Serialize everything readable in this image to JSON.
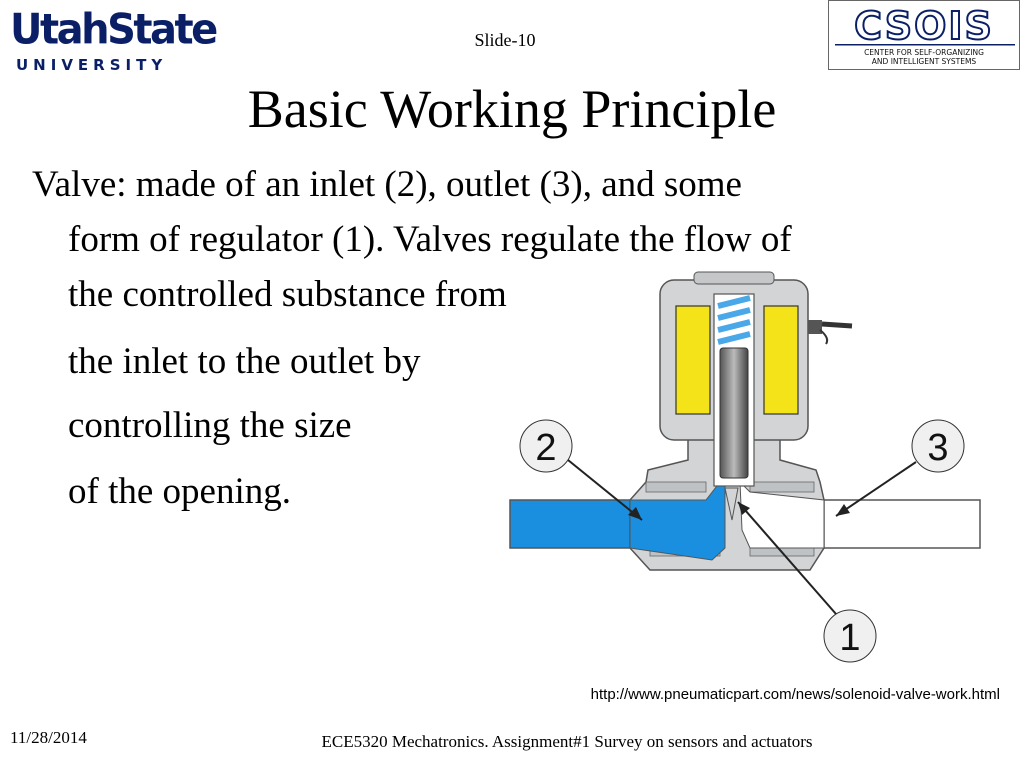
{
  "header": {
    "logo_line1": "UtahState",
    "logo_line2": "UNIVERSITY",
    "slide_number": "Slide-10",
    "csois_name": "CSOIS",
    "csois_sub1": "CENTER FOR SELF-ORGANIZING",
    "csois_sub2": "AND INTELLIGENT SYSTEMS"
  },
  "title": "Basic Working Principle",
  "body": {
    "line1": "Valve: made of an inlet (2), outlet (3), and some",
    "line2": "form of regulator (1).  Valves regulate the flow of",
    "line3": "the controlled substance from",
    "line4": "the inlet to the outlet by",
    "line5": "controlling the size",
    "line6": "of the opening."
  },
  "diagram": {
    "label_inlet": "2",
    "label_outlet": "3",
    "label_regulator": "1",
    "colors": {
      "fluid": "#1a8fe0",
      "coil": "#f5e31a",
      "body": "#d2d4d6",
      "outline": "#555555",
      "spring": "#4aa8e8"
    }
  },
  "source_url": "http://www.pneumaticpart.com/news/solenoid-valve-work.html",
  "footer": {
    "date": "11/28/2014",
    "course": "ECE5320 Mechatronics. Assignment#1 Survey on sensors and actuators"
  }
}
